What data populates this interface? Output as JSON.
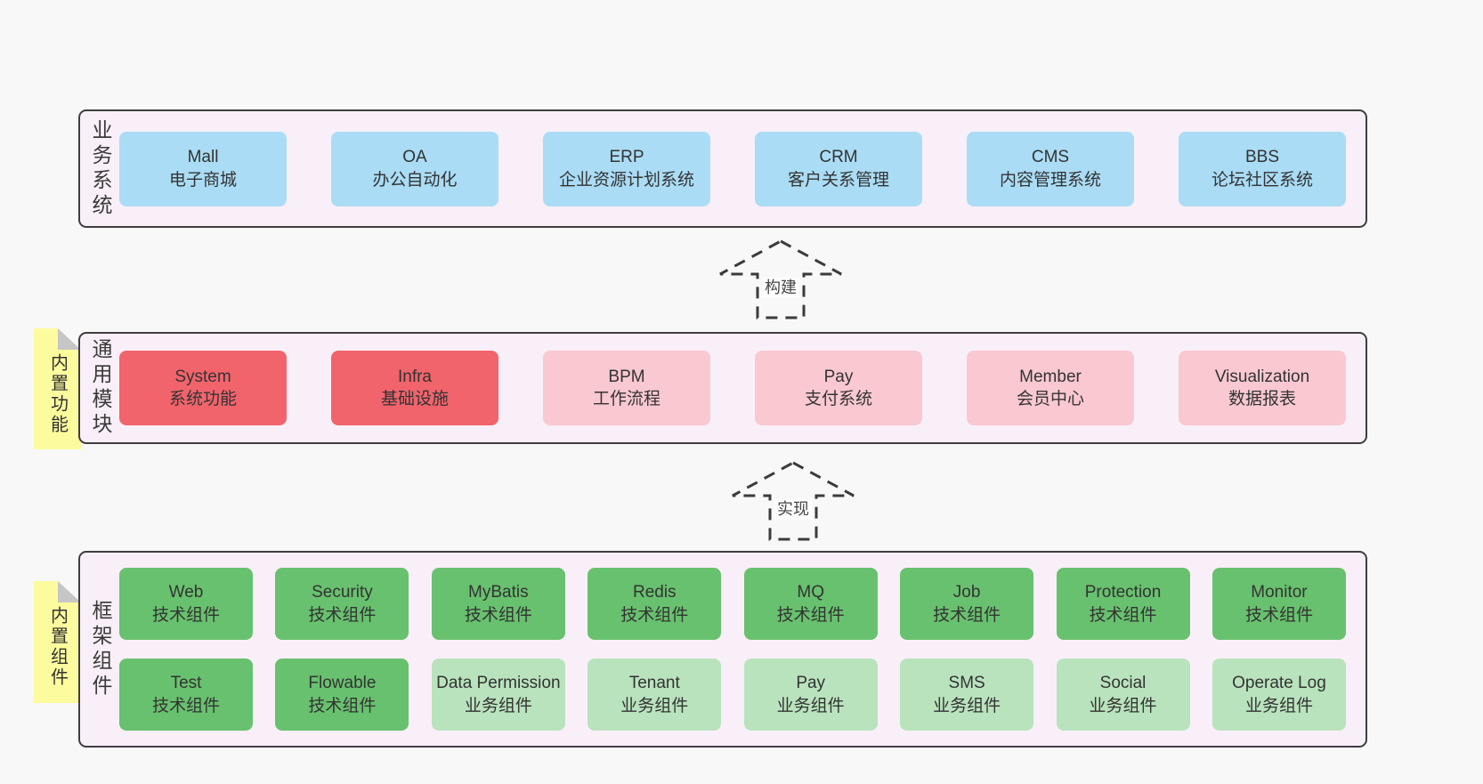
{
  "page": {
    "background": "#f8f8f8"
  },
  "colors": {
    "panel_bg": "#f9eff8",
    "panel_border": "#3e3e3e",
    "blue_box": "#aadcf5",
    "red_box": "#f1646c",
    "pink_box": "#f9c8d1",
    "green_box": "#68c16e",
    "light_green_box": "#b9e3bd",
    "sticky_note": "#fcfc9e",
    "note_fold": "#c6c6c6",
    "text": "#333333"
  },
  "sections": {
    "business": {
      "label": "业务系统",
      "items": [
        {
          "en": "Mall",
          "zh": "电子商城"
        },
        {
          "en": "OA",
          "zh": "办公自动化"
        },
        {
          "en": "ERP",
          "zh": "企业资源计划系统"
        },
        {
          "en": "CRM",
          "zh": "客户关系管理"
        },
        {
          "en": "CMS",
          "zh": "内容管理系统"
        },
        {
          "en": "BBS",
          "zh": "论坛社区系统"
        }
      ]
    },
    "arrow_build": {
      "label": "构建"
    },
    "common": {
      "note": "内置功能",
      "label": "通用模块",
      "items": [
        {
          "en": "System",
          "zh": "系统功能"
        },
        {
          "en": "Infra",
          "zh": "基础设施"
        },
        {
          "en": "BPM",
          "zh": "工作流程"
        },
        {
          "en": "Pay",
          "zh": "支付系统"
        },
        {
          "en": "Member",
          "zh": "会员中心"
        },
        {
          "en": "Visualization",
          "zh": "数据报表"
        }
      ]
    },
    "arrow_implement": {
      "label": "实现"
    },
    "framework": {
      "note": "内置组件",
      "label": "框架组件",
      "row1": [
        {
          "en": "Web",
          "zh": "技术组件"
        },
        {
          "en": "Security",
          "zh": "技术组件"
        },
        {
          "en": "MyBatis",
          "zh": "技术组件"
        },
        {
          "en": "Redis",
          "zh": "技术组件"
        },
        {
          "en": "MQ",
          "zh": "技术组件"
        },
        {
          "en": "Job",
          "zh": "技术组件"
        },
        {
          "en": "Protection",
          "zh": "技术组件"
        },
        {
          "en": "Monitor",
          "zh": "技术组件"
        }
      ],
      "row2": [
        {
          "en": "Test",
          "zh": "技术组件"
        },
        {
          "en": "Flowable",
          "zh": "技术组件"
        },
        {
          "en": "Data Permission",
          "zh": "业务组件"
        },
        {
          "en": "Tenant",
          "zh": "业务组件"
        },
        {
          "en": "Pay",
          "zh": "业务组件"
        },
        {
          "en": "SMS",
          "zh": "业务组件"
        },
        {
          "en": "Social",
          "zh": "业务组件"
        },
        {
          "en": "Operate Log",
          "zh": "业务组件"
        }
      ]
    }
  }
}
